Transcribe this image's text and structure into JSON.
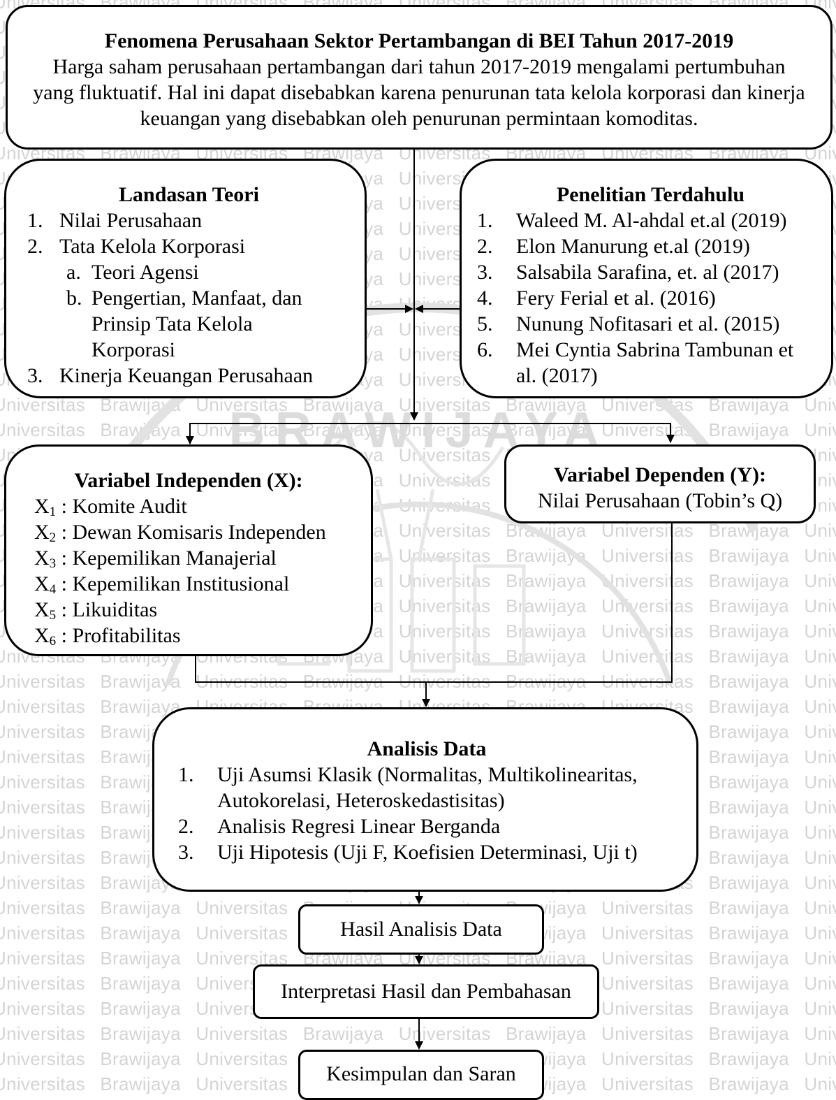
{
  "watermark": {
    "text": "Universitas Brawijaya",
    "seal_text": "BRAWIJAYA"
  },
  "phenomenon": {
    "title": "Fenomena Perusahaan Sektor Pertambangan di BEI Tahun 2017-2019",
    "body": "Harga saham perusahaan pertambangan dari tahun 2017-2019 mengalami pertumbuhan yang fluktuatif. Hal ini dapat disebabkan karena penurunan tata kelola korporasi dan kinerja keuangan yang disebabkan oleh penurunan permintaan komoditas."
  },
  "theory": {
    "title": "Landasan Teori",
    "items": [
      {
        "num": "1.",
        "label": "Nilai Perusahaan"
      },
      {
        "num": "2.",
        "label": "Tata Kelola Korporasi"
      },
      {
        "num": "3.",
        "label": "Kinerja Keuangan Perusahaan"
      }
    ],
    "subitems": [
      {
        "num": "a.",
        "label": "Teori Agensi"
      },
      {
        "num": "b.",
        "label": "Pengertian, Manfaat, dan Prinsip Tata Kelola Korporasi"
      }
    ]
  },
  "previous_research": {
    "title": "Penelitian Terdahulu",
    "items": [
      {
        "num": "1.",
        "label": "Waleed M. Al-ahdal et.al (2019)"
      },
      {
        "num": "2.",
        "label": "Elon Manurung et.al (2019)"
      },
      {
        "num": "3.",
        "label": "Salsabila Sarafina, et. al (2017)"
      },
      {
        "num": "4.",
        "label": "Fery Ferial et al. (2016)"
      },
      {
        "num": "5.",
        "label": "Nunung Nofitasari et al. (2015)"
      },
      {
        "num": "6.",
        "label": "Mei Cyntia Sabrina Tambunan et al. (2017)"
      }
    ]
  },
  "independent": {
    "title": "Variabel Independen (X):",
    "items": [
      {
        "var": "X",
        "sub": "1",
        "label": " : Komite Audit"
      },
      {
        "var": "X",
        "sub": "2",
        "label": " : Dewan Komisaris Independen"
      },
      {
        "var": "X",
        "sub": "3",
        "label": " : Kepemilikan Manajerial"
      },
      {
        "var": "X",
        "sub": "4",
        "label": " : Kepemilikan Institusional"
      },
      {
        "var": "X",
        "sub": "5",
        "label": " : Likuiditas"
      },
      {
        "var": "X",
        "sub": "6",
        "label": " : Profitabilitas"
      }
    ]
  },
  "dependent": {
    "title": "Variabel Dependen (Y):",
    "body": "Nilai Perusahaan (Tobin’s Q)"
  },
  "analysis": {
    "title": "Analisis Data",
    "items": [
      {
        "num": "1.",
        "label": "Uji Asumsi Klasik (Normalitas, Multikolinearitas, Autokorelasi, Heteroskedastisitas)"
      },
      {
        "num": "2.",
        "label": "Analisis Regresi Linear Berganda"
      },
      {
        "num": "3.",
        "label": "Uji Hipotesis (Uji F, Koefisien Determinasi, Uji t)"
      }
    ]
  },
  "results": {
    "label": "Hasil Analisis Data"
  },
  "interpretation": {
    "label": "Interpretasi Hasil dan Pembahasan"
  },
  "conclusion": {
    "label": "Kesimpulan dan Saran"
  }
}
